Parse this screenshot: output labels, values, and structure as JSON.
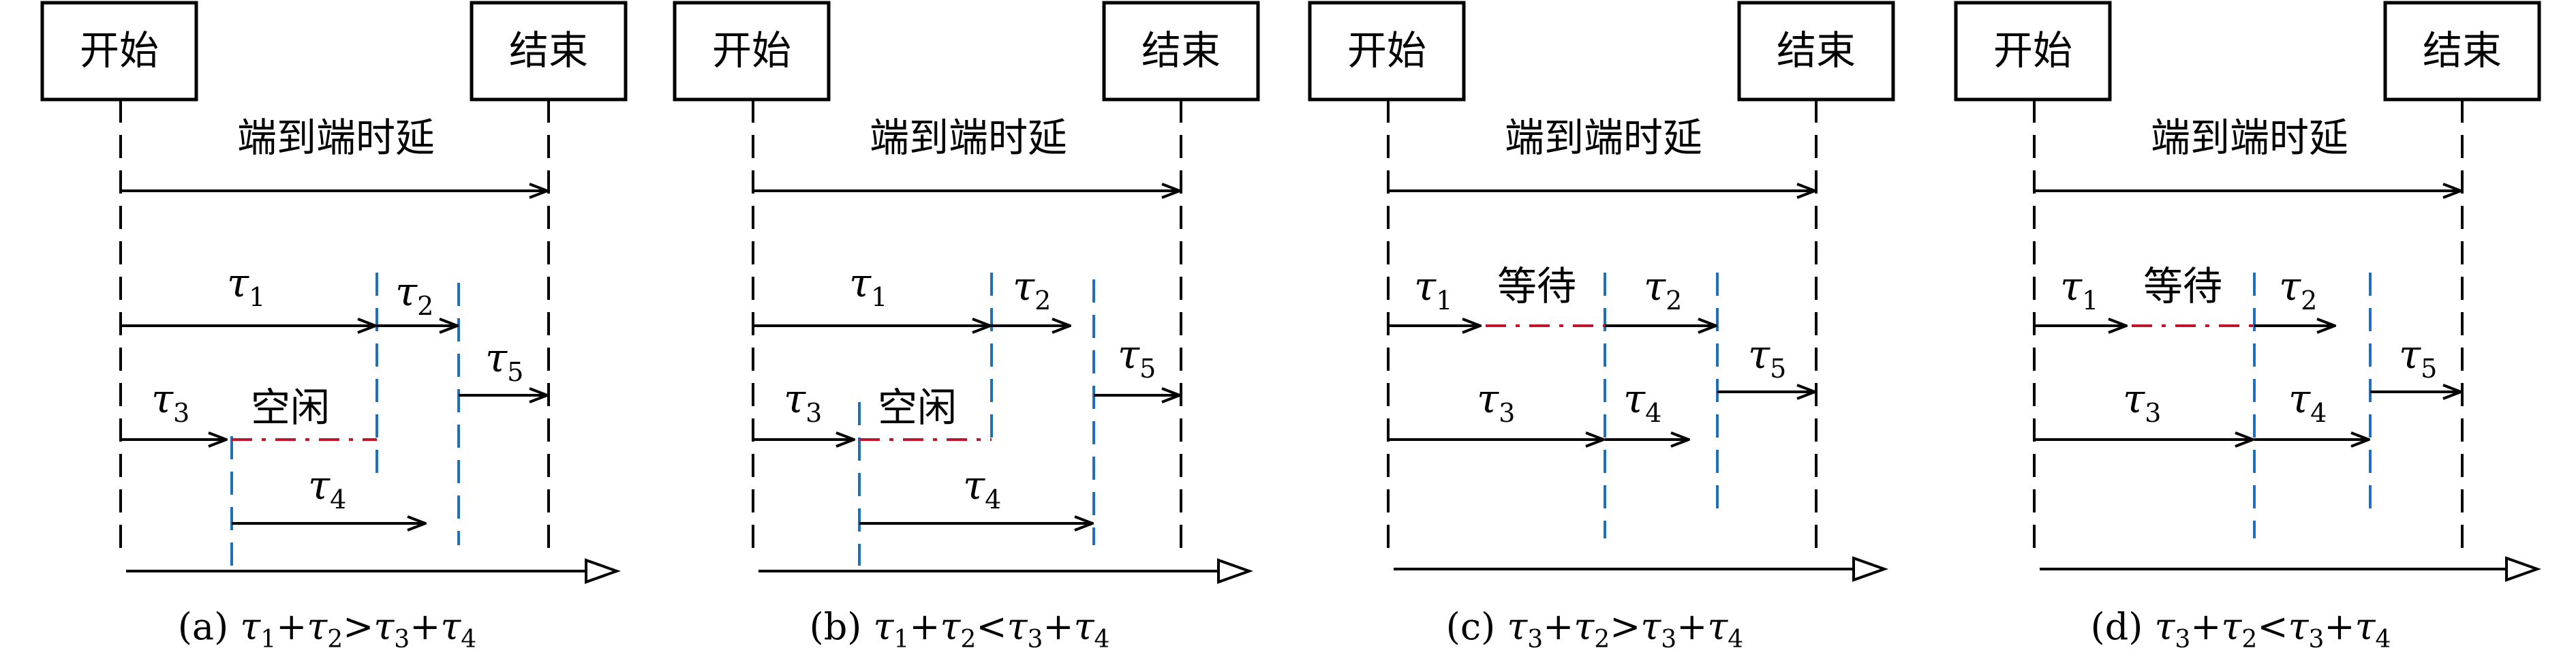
{
  "panels": [
    {
      "id": "a",
      "start_label": "开始",
      "end_label": "结束",
      "latency_label": "端到端时延",
      "wait_label": "",
      "idle_label": "空闲",
      "tau1": "τ",
      "tau1_sub": "1",
      "tau2": "τ",
      "tau2_sub": "2",
      "tau3": "τ",
      "tau3_sub": "3",
      "tau4": "τ",
      "tau4_sub": "4",
      "tau5": "τ",
      "tau5_sub": "5",
      "caption": {
        "prefix": "(a) ",
        "parts": [
          {
            "t": "τ",
            "s": "1"
          },
          {
            "op": "+"
          },
          {
            "t": "τ",
            "s": "2"
          },
          {
            "op": ">"
          },
          {
            "t": "τ",
            "s": "3"
          },
          {
            "op": "+"
          },
          {
            "t": "τ",
            "s": "4"
          }
        ]
      }
    },
    {
      "id": "b",
      "start_label": "开始",
      "end_label": "结束",
      "latency_label": "端到端时延",
      "wait_label": "",
      "idle_label": "空闲",
      "tau1": "τ",
      "tau1_sub": "1",
      "tau2": "τ",
      "tau2_sub": "2",
      "tau3": "τ",
      "tau3_sub": "3",
      "tau4": "τ",
      "tau4_sub": "4",
      "tau5": "τ",
      "tau5_sub": "5",
      "caption": {
        "prefix": "(b) ",
        "parts": [
          {
            "t": "τ",
            "s": "1"
          },
          {
            "op": "+"
          },
          {
            "t": "τ",
            "s": "2"
          },
          {
            "op": "<"
          },
          {
            "t": "τ",
            "s": "3"
          },
          {
            "op": "+"
          },
          {
            "t": "τ",
            "s": "4"
          }
        ]
      }
    },
    {
      "id": "c",
      "start_label": "开始",
      "end_label": "结束",
      "latency_label": "端到端时延",
      "wait_label": "等待",
      "idle_label": "",
      "tau1": "τ",
      "tau1_sub": "1",
      "tau2": "τ",
      "tau2_sub": "2",
      "tau3": "τ",
      "tau3_sub": "3",
      "tau4": "τ",
      "tau4_sub": "4",
      "tau5": "τ",
      "tau5_sub": "5",
      "caption": {
        "prefix": "(c) ",
        "parts": [
          {
            "t": "τ",
            "s": "3"
          },
          {
            "op": "+"
          },
          {
            "t": "τ",
            "s": "2"
          },
          {
            "op": ">"
          },
          {
            "t": "τ",
            "s": "3"
          },
          {
            "op": "+"
          },
          {
            "t": "τ",
            "s": "4"
          }
        ]
      }
    },
    {
      "id": "d",
      "start_label": "开始",
      "end_label": "结束",
      "latency_label": "端到端时延",
      "wait_label": "等待",
      "idle_label": "",
      "tau1": "τ",
      "tau1_sub": "1",
      "tau2": "τ",
      "tau2_sub": "2",
      "tau3": "τ",
      "tau3_sub": "3",
      "tau4": "τ",
      "tau4_sub": "4",
      "tau5": "τ",
      "tau5_sub": "5",
      "caption": {
        "prefix": "(d) ",
        "parts": [
          {
            "t": "τ",
            "s": "3"
          },
          {
            "op": "+"
          },
          {
            "t": "τ",
            "s": "2"
          },
          {
            "op": "<"
          },
          {
            "t": "τ",
            "s": "3"
          },
          {
            "op": "+"
          },
          {
            "t": "τ",
            "s": "4"
          }
        ]
      }
    }
  ],
  "colors": {
    "blue_marker": "#1f6fc1",
    "red_gap": "#c0152a",
    "ink": "#000000"
  }
}
